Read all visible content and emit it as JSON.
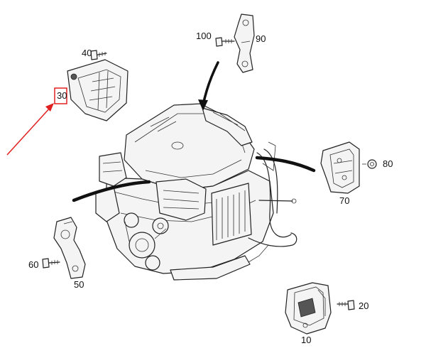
{
  "callouts": {
    "c10": "10",
    "c20": "20",
    "c30": "30",
    "c40": "40",
    "c50": "50",
    "c60": "60",
    "c70": "70",
    "c80": "80",
    "c90": "90",
    "c100": "100"
  },
  "colors": {
    "highlight": "#e02020",
    "ink": "#222222",
    "background": "#ffffff"
  },
  "icons": [
    "engine-assembly",
    "engine-mount-bracket",
    "bolt",
    "support-bracket",
    "rubber-mount",
    "lift-bracket",
    "strap-arrow"
  ]
}
